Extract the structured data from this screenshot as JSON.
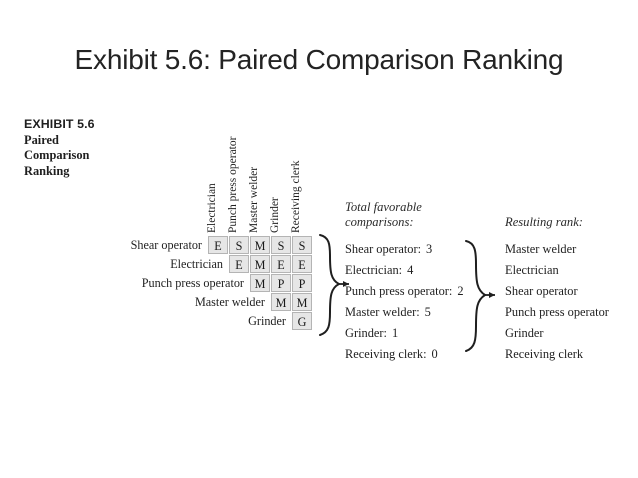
{
  "slide": {
    "title": "Exhibit 5.6: Paired Comparison Ranking"
  },
  "figure": {
    "caption_head": "EXHIBIT 5.6",
    "caption_line1": "Paired",
    "caption_line2": "Comparison",
    "caption_line3": "Ranking"
  },
  "matrix": {
    "column_headers": [
      "Electrician",
      "Punch press operator",
      "Master welder",
      "Grinder",
      "Receiving clerk"
    ],
    "rows": [
      {
        "label": "Shear operator",
        "offset": 0,
        "cells": [
          "E",
          "S",
          "M",
          "S",
          "S"
        ]
      },
      {
        "label": "Electrician",
        "offset": 1,
        "cells": [
          "E",
          "M",
          "E",
          "E"
        ]
      },
      {
        "label": "Punch press operator",
        "offset": 2,
        "cells": [
          "M",
          "P",
          "P"
        ]
      },
      {
        "label": "Master welder",
        "offset": 3,
        "cells": [
          "M",
          "M"
        ]
      },
      {
        "label": "Grinder",
        "offset": 4,
        "cells": [
          "G"
        ]
      }
    ]
  },
  "totals": {
    "title_line1": "Total favorable",
    "title_line2": "comparisons:",
    "entries": [
      {
        "name": "Shear operator:",
        "count": "3"
      },
      {
        "name": "Electrician:",
        "count": "4"
      },
      {
        "name": "Punch press operator:",
        "count": "2"
      },
      {
        "name": "Master welder:",
        "count": "5"
      },
      {
        "name": "Grinder:",
        "count": "1"
      },
      {
        "name": "Receiving clerk:",
        "count": "0"
      }
    ]
  },
  "ranking": {
    "title": "Resulting rank:",
    "entries": [
      "Master welder",
      "Electrician",
      "Shear operator",
      "Punch press operator",
      "Grinder",
      "Receiving clerk"
    ]
  },
  "colors": {
    "cell_fill": "#e6e6e6",
    "cell_border": "#b4b4b4",
    "text": "#1f1f1f",
    "title": "#232323"
  }
}
